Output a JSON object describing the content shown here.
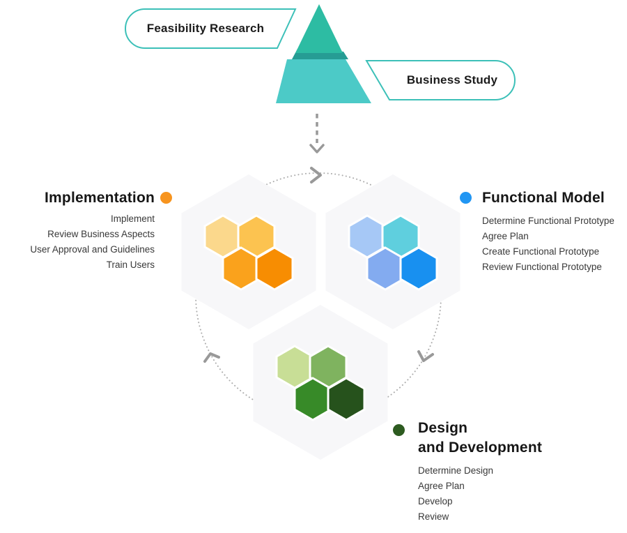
{
  "funnel": {
    "left_banner": "Feasibility Research",
    "right_banner": "Business Study",
    "top_color": "#2DBCA3",
    "overlap_color": "#269C94",
    "base_color": "#4CCAC7",
    "banner_border_color": "#3CC0B8"
  },
  "cycle": {
    "dot_line_color": "#ACACAC",
    "arrow_color": "#999999",
    "tile_bg_color": "#F7F7F9"
  },
  "sections": {
    "implementation": {
      "title": "Implementation",
      "dot_color": "#F7941E",
      "items": [
        "Implement",
        "Review Business Aspects",
        "User Approval and Guidelines",
        "Train Users"
      ],
      "hex_colors": [
        "#FBD88C",
        "#FCC350",
        "#FAA21C",
        "#F78D02"
      ]
    },
    "functional_model": {
      "title": "Functional Model",
      "dot_color": "#2196F3",
      "items": [
        "Determine Functional Prototype",
        "Agree Plan",
        "Create Functional Prototype",
        "Review Functional Prototype"
      ],
      "hex_colors": [
        "#A6C8F6",
        "#5FCFDE",
        "#83ABF0",
        "#1890F0"
      ]
    },
    "design_development": {
      "title_line1": "Design",
      "title_line2": "and Development",
      "dot_color": "#2D5B20",
      "items": [
        "Determine Design",
        "Agree Plan",
        "Develop",
        "Review"
      ],
      "hex_colors": [
        "#C8DE96",
        "#7FB35F",
        "#378A28",
        "#26521C"
      ]
    }
  }
}
